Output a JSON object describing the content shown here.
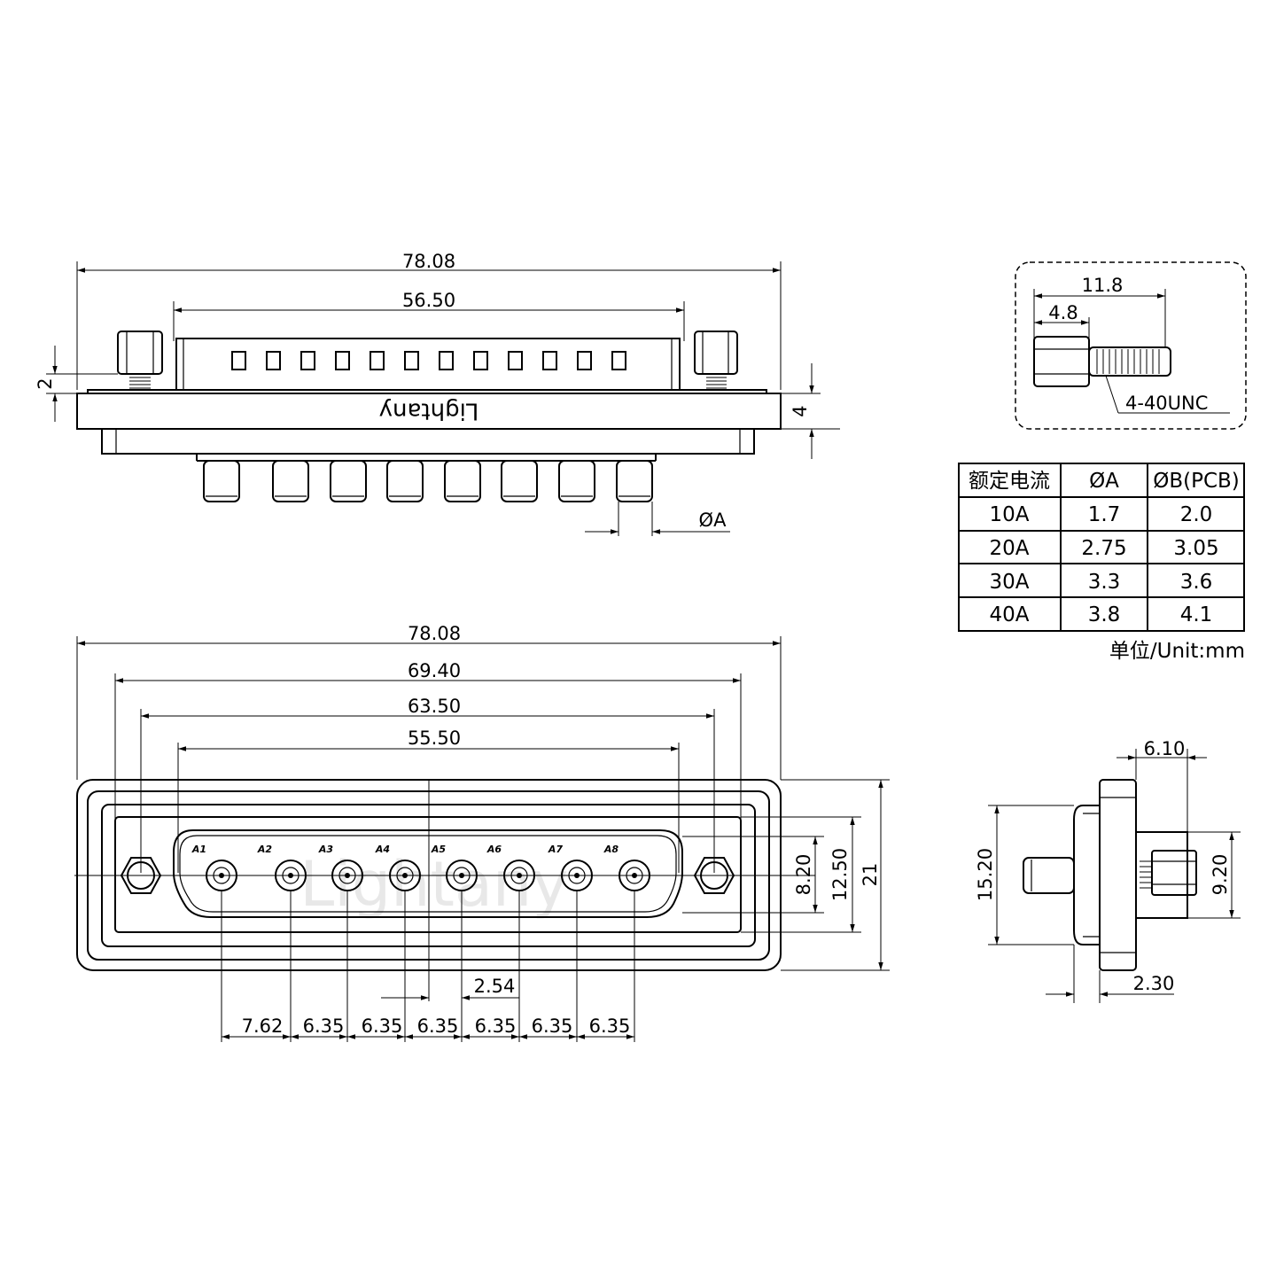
{
  "top_view": {
    "brand": "Lightany",
    "dims": {
      "overall_width": "78.08",
      "body_width": "56.50",
      "shell_gap": "2",
      "flange_thick": "4",
      "pin_dia": "ØA"
    }
  },
  "front_view": {
    "watermark": "Lightany",
    "pin_labels": [
      "A1",
      "A2",
      "A3",
      "A4",
      "A5",
      "A6",
      "A7",
      "A8"
    ],
    "dims": {
      "overall_width": "78.08",
      "hole_outer": "69.40",
      "hole_center": "63.50",
      "shell_width": "55.50",
      "height_inner": "8.20",
      "height_shell": "12.50",
      "height_overall": "21",
      "offset": "2.54",
      "pitch": [
        "7.62",
        "6.35",
        "6.35",
        "6.35",
        "6.35",
        "6.35",
        "6.35"
      ]
    }
  },
  "side_view": {
    "dims": {
      "depth_top": "6.10",
      "height_flange": "15.20",
      "height_hex": "9.20",
      "depth_bottom": "2.30"
    }
  },
  "screw_detail": {
    "length": "11.8",
    "hex_length": "4.8",
    "thread": "4-40UNC"
  },
  "spec_table": {
    "headers": [
      "额定电流",
      "ØA",
      "ØB(PCB)"
    ],
    "rows": [
      [
        "10A",
        "1.7",
        "2.0"
      ],
      [
        "20A",
        "2.75",
        "3.05"
      ],
      [
        "30A",
        "3.3",
        "3.6"
      ],
      [
        "40A",
        "3.8",
        "4.1"
      ]
    ],
    "unit_note": "单位/Unit:mm"
  }
}
